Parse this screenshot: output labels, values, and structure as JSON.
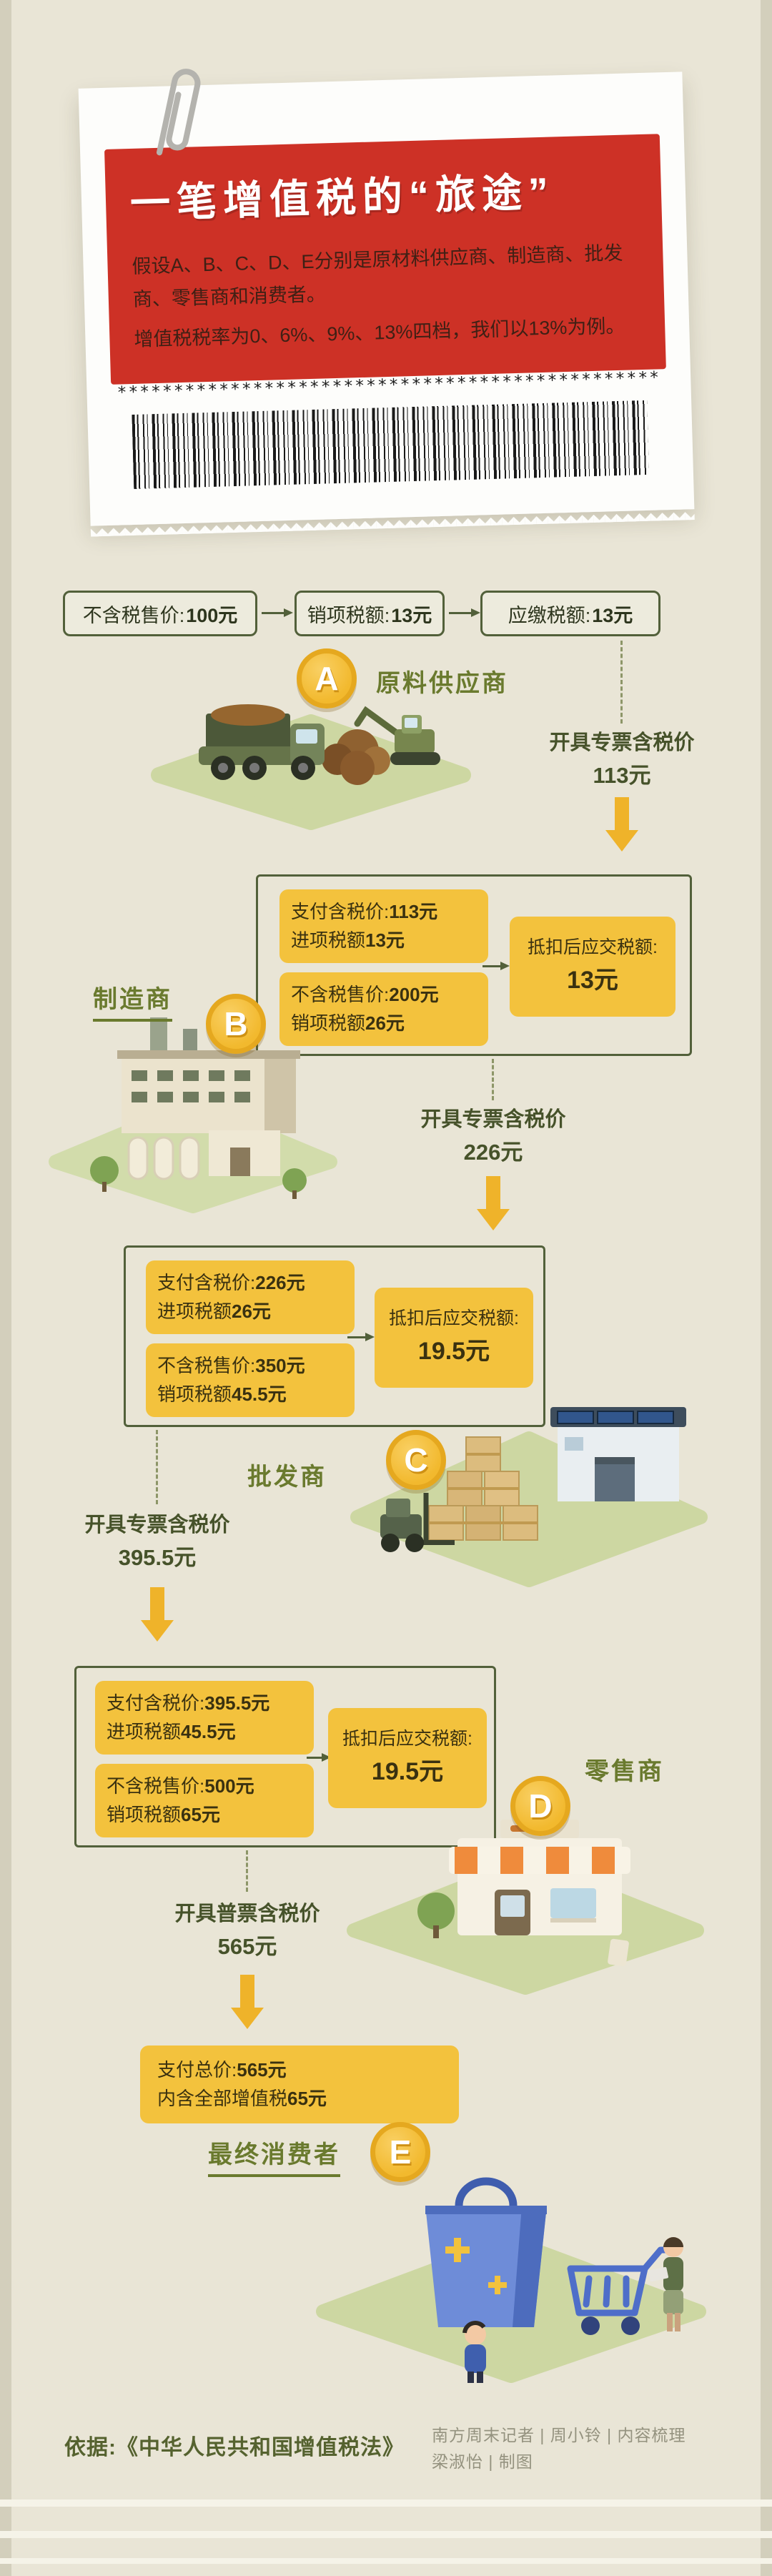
{
  "colors": {
    "accent_red": "#cd3126",
    "highlight_yellow": "#f3c23d",
    "olive_green": "#6a7a2e",
    "coin_gold": "#f2b92e",
    "background_beige": "#e9e5d6"
  },
  "receipt": {
    "title": "一笔增值税的“旅途”",
    "para1": "假设A、B、C、D、E分别是原材料供应商、制造商、批发商、零售商和消费者。",
    "para2": "增值税税率为0、6%、9%、13%四档，我们以13%为例。",
    "stars": "************************************************"
  },
  "stageA": {
    "coin": "A",
    "role": "原料供应商",
    "box1_label": "不含税售价:",
    "box1_value": "100元",
    "box2_label": "销项税额:",
    "box2_value": "13元",
    "box3_label": "应缴税额:",
    "box3_value": "13元",
    "invoice_label": "开具专票含税价",
    "invoice_value": "113元"
  },
  "stageB": {
    "coin": "B",
    "role": "制造商",
    "pay_label": "支付含税价:",
    "pay_value": "113元",
    "input_label": "进项税额",
    "input_value": "13元",
    "sell_label": "不含税售价:",
    "sell_value": "200元",
    "output_label": "销项税额",
    "output_value": "26元",
    "net_label": "抵扣后应交税额:",
    "net_value": "13元",
    "invoice_label": "开具专票含税价",
    "invoice_value": "226元"
  },
  "stageC": {
    "coin": "C",
    "role": "批发商",
    "pay_label": "支付含税价:",
    "pay_value": "226元",
    "input_label": "进项税额",
    "input_value": "26元",
    "sell_label": "不含税售价:",
    "sell_value": "350元",
    "output_label": "销项税额",
    "output_value": "45.5元",
    "net_label": "抵扣后应交税额:",
    "net_value": "19.5元",
    "invoice_label": "开具专票含税价",
    "invoice_value": "395.5元"
  },
  "stageD": {
    "coin": "D",
    "role": "零售商",
    "pay_label": "支付含税价:",
    "pay_value": "395.5元",
    "input_label": "进项税额",
    "input_value": "45.5元",
    "sell_label": "不含税售价:",
    "sell_value": "500元",
    "output_label": "销项税额",
    "output_value": "65元",
    "net_label": "抵扣后应交税额:",
    "net_value": "19.5元",
    "invoice_label": "开具普票含税价",
    "invoice_value": "565元"
  },
  "stageE": {
    "coin": "E",
    "role": "最终消费者",
    "total_label": "支付总价:",
    "total_value": "565元",
    "vat_label": "内含全部增值税",
    "vat_value": "65元"
  },
  "footer": {
    "basis": "依据:《中华人民共和国增值税法》",
    "credit1": "南方周末记者 | 周小铃 | 内容梳理",
    "credit2": "梁淑怡 | 制图"
  }
}
